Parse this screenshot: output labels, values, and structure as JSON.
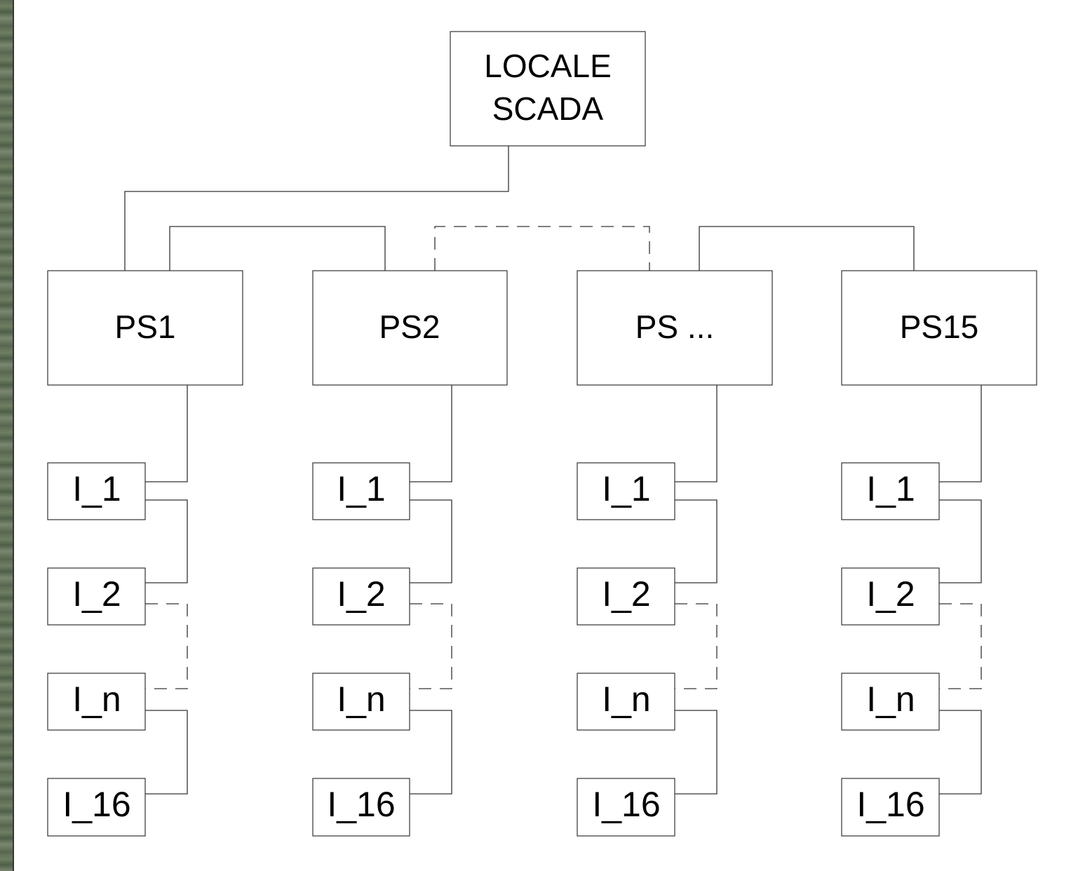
{
  "root": {
    "line1": "LOCALE",
    "line2": "SCADA"
  },
  "stations": [
    {
      "label": "PS1"
    },
    {
      "label": "PS2"
    },
    {
      "label": "PS ..."
    },
    {
      "label": "PS15"
    }
  ],
  "devices": [
    "I_1",
    "I_2",
    "I_n",
    "I_16"
  ]
}
